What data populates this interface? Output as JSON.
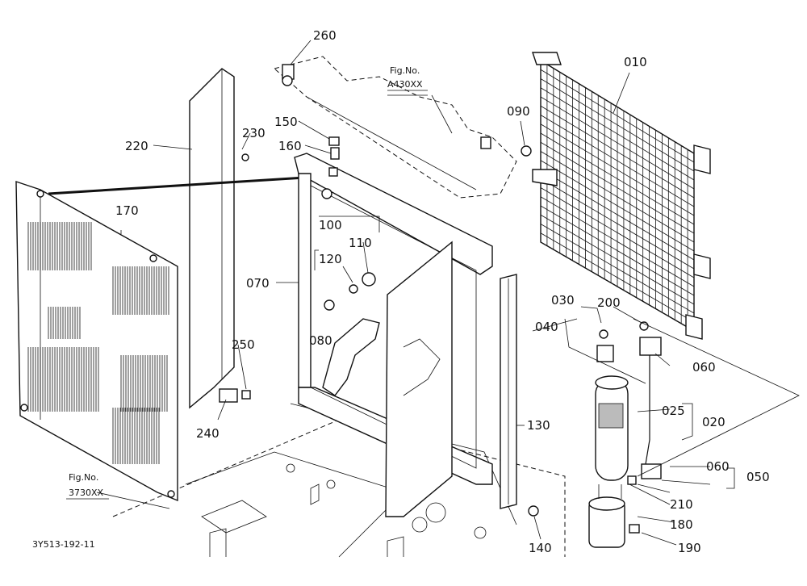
{
  "figure": {
    "drawing_id": "3Y513-192-11",
    "fig_refs": [
      {
        "title": "Fig.No.",
        "code": "A430XX"
      },
      {
        "title": "Fig.No.",
        "code": "3730XX"
      }
    ]
  },
  "callouts": [
    {
      "label": "010"
    },
    {
      "label": "020"
    },
    {
      "label": "025"
    },
    {
      "label": "030"
    },
    {
      "label": "040"
    },
    {
      "label": "050"
    },
    {
      "label": "060"
    },
    {
      "label": "060"
    },
    {
      "label": "070"
    },
    {
      "label": "080"
    },
    {
      "label": "090"
    },
    {
      "label": "100"
    },
    {
      "label": "110"
    },
    {
      "label": "120"
    },
    {
      "label": "130"
    },
    {
      "label": "140"
    },
    {
      "label": "150"
    },
    {
      "label": "160"
    },
    {
      "label": "170"
    },
    {
      "label": "180"
    },
    {
      "label": "190"
    },
    {
      "label": "200"
    },
    {
      "label": "210"
    },
    {
      "label": "220"
    },
    {
      "label": "230"
    },
    {
      "label": "240"
    },
    {
      "label": "250"
    },
    {
      "label": "260"
    }
  ]
}
